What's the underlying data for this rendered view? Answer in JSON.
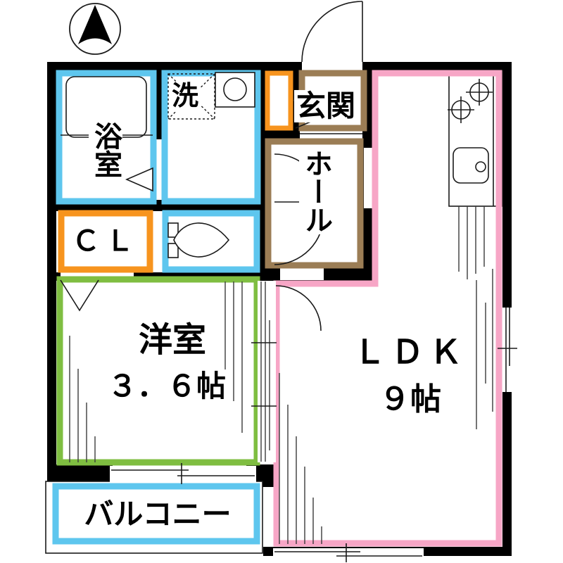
{
  "palette": {
    "wall": "#000000",
    "cyan": "#5ec6ee",
    "orange": "#f7941e",
    "brown": "#9b7d55",
    "green": "#7fbe41",
    "pink": "#f7a6c6"
  },
  "compass": {
    "direction": "north"
  },
  "rooms": {
    "bathroom": {
      "label": "浴室"
    },
    "laundry": {
      "label": "洗"
    },
    "entrance": {
      "label": "玄関"
    },
    "hall": {
      "label": "ホール"
    },
    "closet": {
      "label": "ＣＬ"
    },
    "western_room": {
      "label": "洋室",
      "size": "３．６帖"
    },
    "ldk": {
      "label": "ＬＤＫ",
      "size": "９帖"
    },
    "balcony": {
      "label": "バルコニー"
    }
  }
}
